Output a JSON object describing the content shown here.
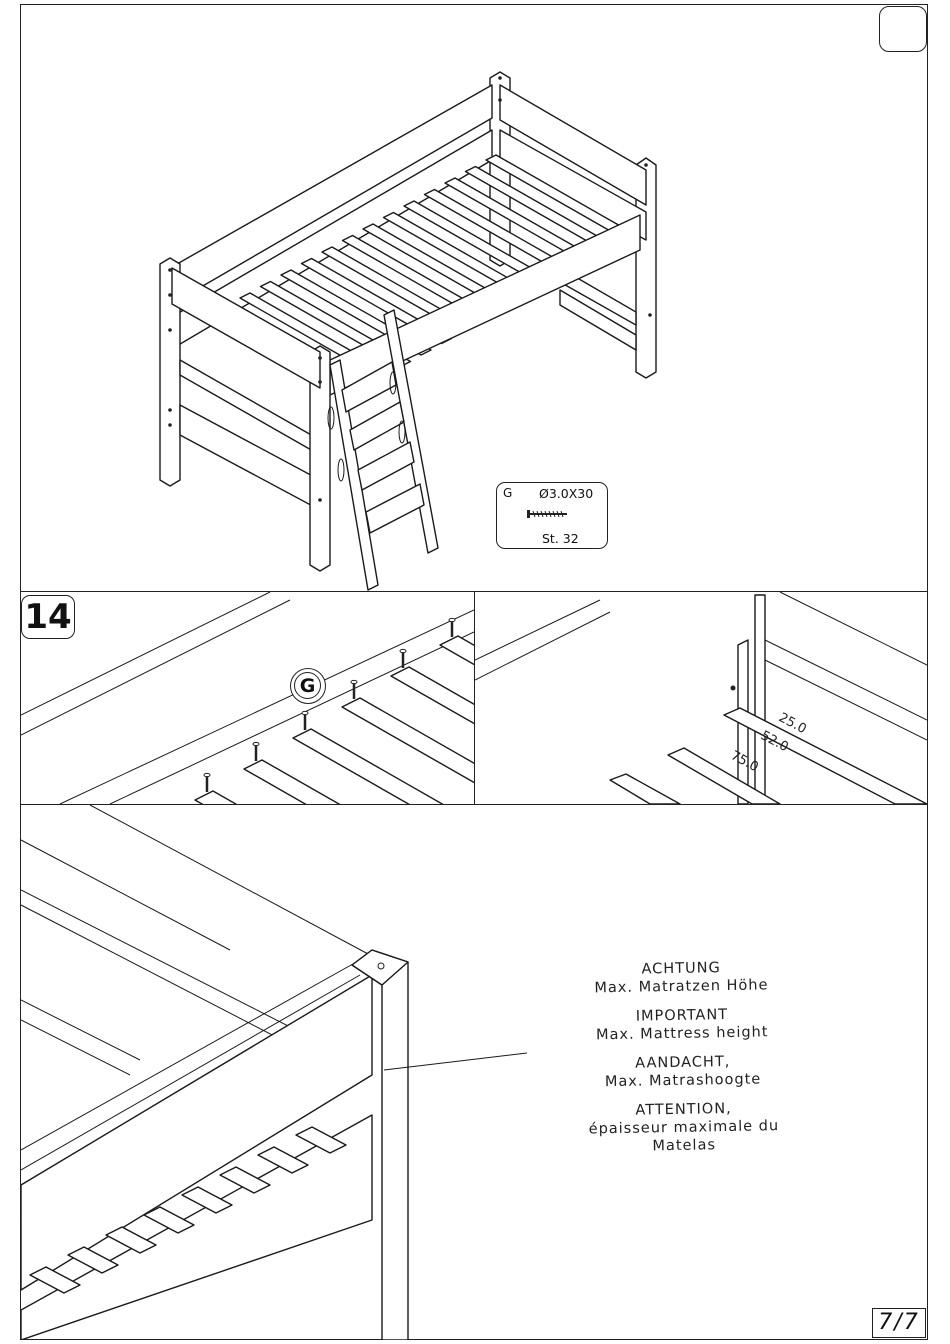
{
  "step": {
    "number": "14"
  },
  "hardware": {
    "letter": "G",
    "size": "Ø3.0X30",
    "quantity": "St. 32",
    "callout_letter": "G",
    "icon": "screw-icon"
  },
  "dimensions": [
    "25.0",
    "52.0",
    "75.0"
  ],
  "warnings": [
    {
      "title": "ACHTUNG",
      "text": "Max. Matratzen Höhe"
    },
    {
      "title": "IMPORTANT",
      "text": "Max. Mattress height"
    },
    {
      "title": "AANDACHT,",
      "text": "Max. Matrashoogte"
    },
    {
      "title": "ATTENTION,",
      "text": "épaisseur maximale du",
      "text2": "Matelas"
    }
  ],
  "page": {
    "label": "7/7"
  }
}
